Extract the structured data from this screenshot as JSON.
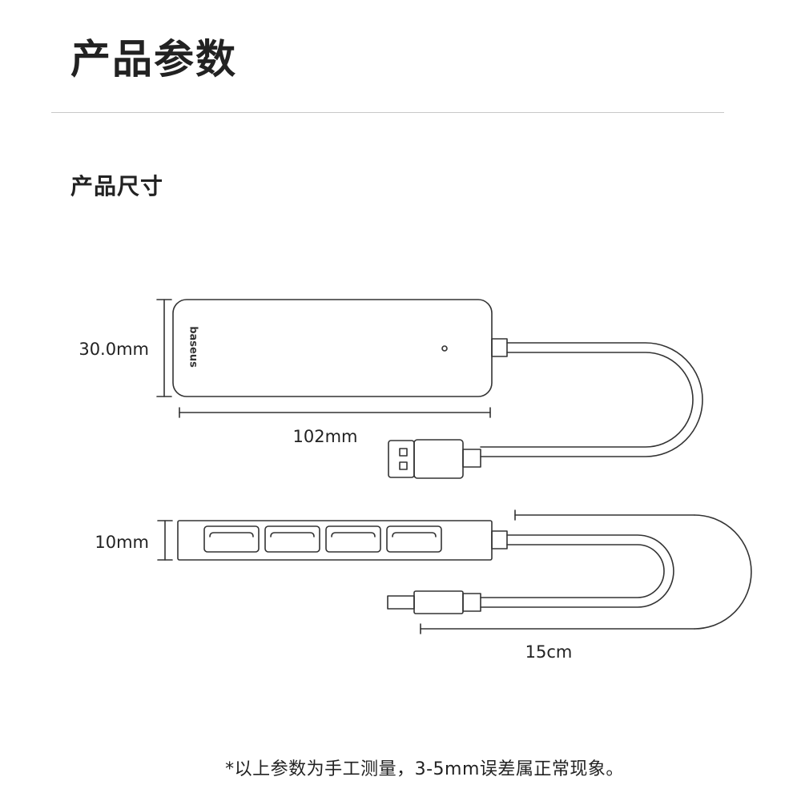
{
  "header": {
    "title": "产品参数"
  },
  "section": {
    "title": "产品尺寸"
  },
  "product": {
    "brand_logo": "baseus"
  },
  "dimensions": {
    "height": "30.0mm",
    "length": "102mm",
    "thickness": "10mm",
    "cable_length": "15cm"
  },
  "footnote": "*以上参数为手工测量，3-5mm误差属正常现象。",
  "colors": {
    "line": "#333333",
    "text": "#222222",
    "divider": "#c8c8c8"
  }
}
